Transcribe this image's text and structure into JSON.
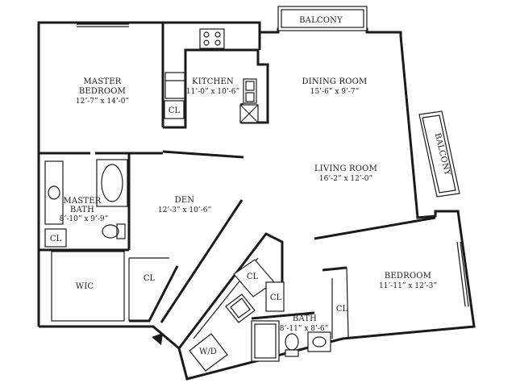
{
  "rooms": {
    "master_bedroom": {
      "name_line1": "MASTER",
      "name_line2": "BEDROOM",
      "dims": "12’-7” x 14’-0”"
    },
    "kitchen": {
      "name": "KITCHEN",
      "dims": "11’-0” x 10’-6”"
    },
    "dining_room": {
      "name": "DINING ROOM",
      "dims": "15’-6” x 9’-7”"
    },
    "living_room": {
      "name": "LIVING ROOM",
      "dims": "16’-2” x 12’-0”"
    },
    "master_bath": {
      "name_line1": "MASTER",
      "name_line2": "BATH",
      "dims": "8’-10” x 9’-9”"
    },
    "den": {
      "name": "DEN",
      "dims": "12’-3” x 10’-6”"
    },
    "bedroom": {
      "name": "BEDROOM",
      "dims": "11’-11” x 12’-3”"
    },
    "bath": {
      "name": "BATH",
      "dims": "8’-11” x 8’-6”"
    }
  },
  "labels": {
    "balcony_top": "BALCONY",
    "balcony_side": "BALCONY",
    "closet": "CL",
    "wic": "WIC",
    "washer_dryer": "W/D"
  }
}
